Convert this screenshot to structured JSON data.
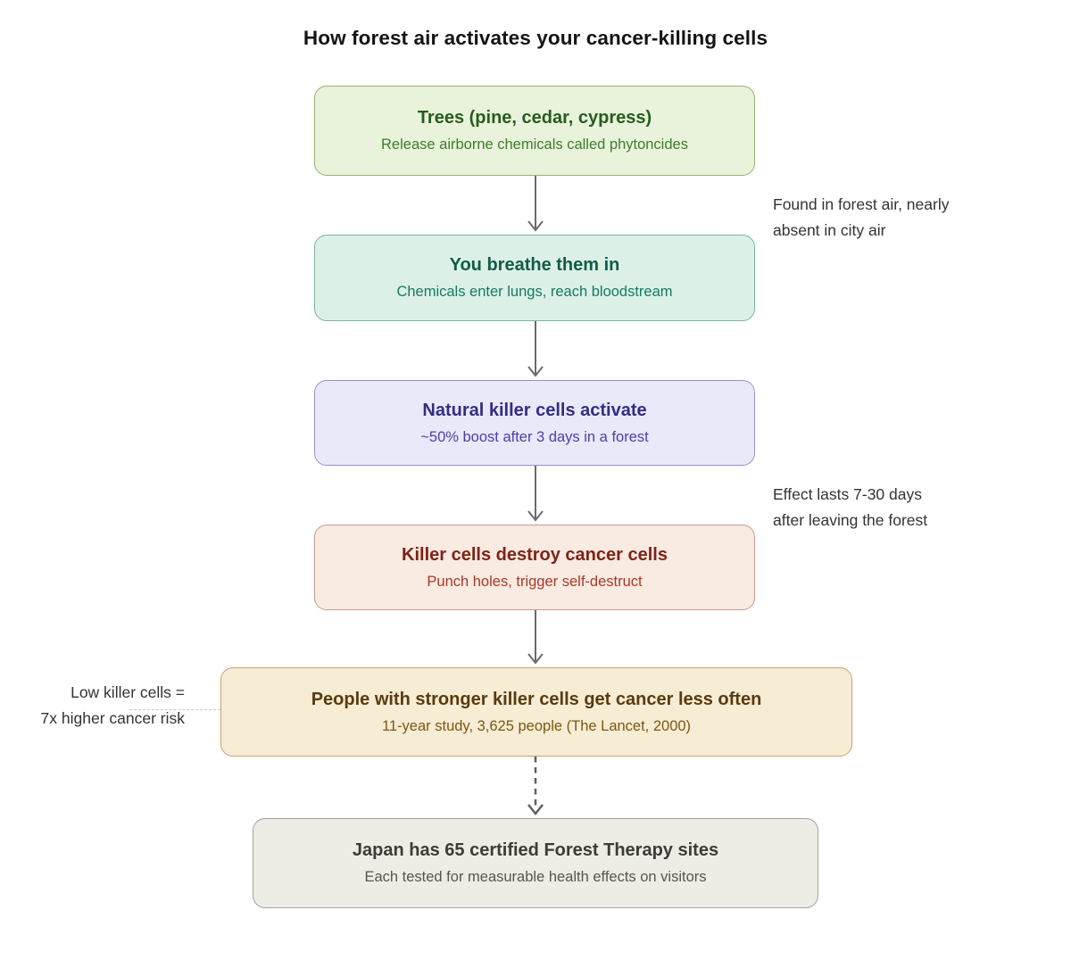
{
  "title": "How forest air activates your cancer-killing cells",
  "flow": {
    "boxes": [
      {
        "title": "Trees (pine, cedar, cypress)",
        "subtitle": "Release airborne chemicals called phytoncides",
        "bg": "#e9f2db",
        "border": "#94b56e",
        "title_color": "#275c1e",
        "subtitle_color": "#3e7d2c"
      },
      {
        "title": "You breathe them in",
        "subtitle": "Chemicals enter lungs, reach bloodstream",
        "bg": "#ddf0e8",
        "border": "#79b59d",
        "title_color": "#0f5c49",
        "subtitle_color": "#157a61"
      },
      {
        "title": "Natural killer cells activate",
        "subtitle": "~50% boost after 3 days in a forest",
        "bg": "#eae9f9",
        "border": "#9991d1",
        "title_color": "#322e84",
        "subtitle_color": "#4a3fae"
      },
      {
        "title": "Killer cells destroy cancer cells",
        "subtitle": "Punch holes, trigger self-destruct",
        "bg": "#f9eae2",
        "border": "#c99a8e",
        "title_color": "#7e2317",
        "subtitle_color": "#a83a28"
      },
      {
        "title": "People with stronger killer cells get cancer less often",
        "subtitle": "11-year study, 3,625 people (The Lancet, 2000)",
        "bg": "#f7ecd4",
        "border": "#c7a372",
        "title_color": "#5a3a10",
        "subtitle_color": "#7c5714"
      },
      {
        "title": "Japan has 65 certified Forest Therapy sites",
        "subtitle": "Each tested for measurable health effects on visitors",
        "bg": "#edece5",
        "border": "#a3a399",
        "title_color": "#3b3b38",
        "subtitle_color": "#56564f"
      }
    ],
    "connectors": [
      "solid",
      "solid",
      "solid",
      "solid",
      "dashed"
    ]
  },
  "annotations": [
    {
      "side": "right",
      "lines": [
        "Found in forest air, nearly",
        "absent in city air"
      ]
    },
    {
      "side": "right",
      "lines": [
        "Effect lasts 7-30 days",
        "after leaving the forest"
      ]
    },
    {
      "side": "left",
      "lines": [
        "Low killer cells =",
        "7x higher cancer risk"
      ]
    }
  ],
  "colors": {
    "background": "#ffffff",
    "arrow": "#6b6b6b",
    "annotation_text": "#333333",
    "dashed_connector": "#c9c9c9",
    "title_text": "#141414"
  }
}
